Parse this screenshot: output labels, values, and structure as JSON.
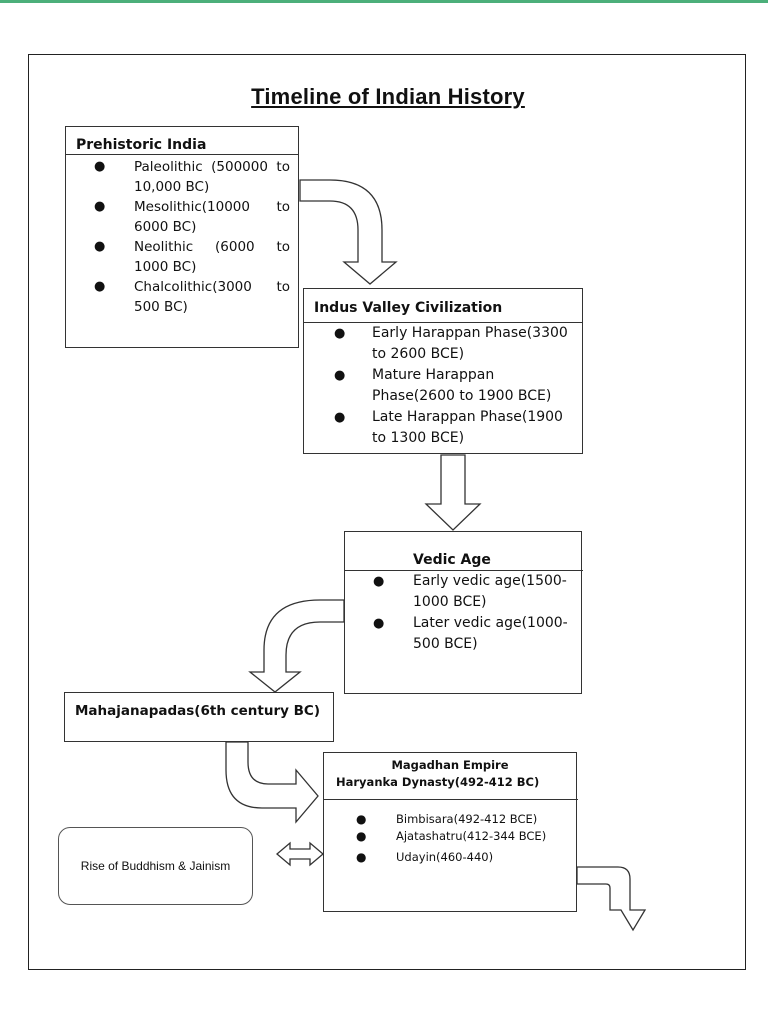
{
  "title": "Timeline of Indian History",
  "bullet_glyph": "●",
  "prehistoric": {
    "heading": "Prehistoric India",
    "items": [
      "Paleolithic (500000 to 10,000 BC)",
      "Mesolithic(10000 to 6000 BC)",
      "Neolithic (6000 to 1000 BC)",
      "Chalcolithic(3000 to 500 BC)"
    ]
  },
  "indus": {
    "heading": "Indus Valley Civilization",
    "items": [
      "Early Harappan Phase(3300 to 2600 BCE)",
      "Mature Harappan Phase(2600 to 1900 BCE)",
      "Late Harappan Phase(1900 to 1300 BCE)"
    ]
  },
  "vedic": {
    "heading": "Vedic Age",
    "items": [
      "Early vedic age(1500-1000 BCE)",
      "Later vedic age(1000-500 BCE)"
    ]
  },
  "mahajanapadas": {
    "heading": "Mahajanapadas(6th century BC)"
  },
  "magadhan": {
    "title": "Magadhan Empire",
    "subtitle": "Haryanka Dynasty(492-412 BC)",
    "items": [
      "Bimbisara(492-412 BCE)",
      "Ajatashatru(412-344 BCE)",
      "Udayin(460-440)"
    ]
  },
  "buddhism": {
    "label": "Rise of Buddhism & Jainism"
  },
  "colors": {
    "top_accent": "#4caf7a",
    "stroke": "#333333"
  }
}
